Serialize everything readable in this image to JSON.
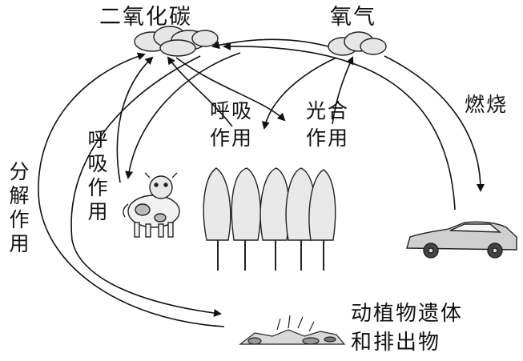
{
  "labels": {
    "co2": "二氧化碳",
    "o2": "氧气",
    "respiration_trees": [
      "呼吸",
      "作用"
    ],
    "photosynthesis": [
      "光合",
      "作用"
    ],
    "combustion": "燃烧",
    "respiration_animal": "呼吸作用",
    "decomposition": "分解作用",
    "remains": [
      "动植物遗体",
      "和排出物"
    ]
  },
  "icons": {
    "co2_cloud": "cloud-icon",
    "o2_cloud": "cloud-icon",
    "animal": "cow-icon",
    "trees": "trees-icon",
    "car": "car-icon",
    "remains": "debris-icon"
  }
}
